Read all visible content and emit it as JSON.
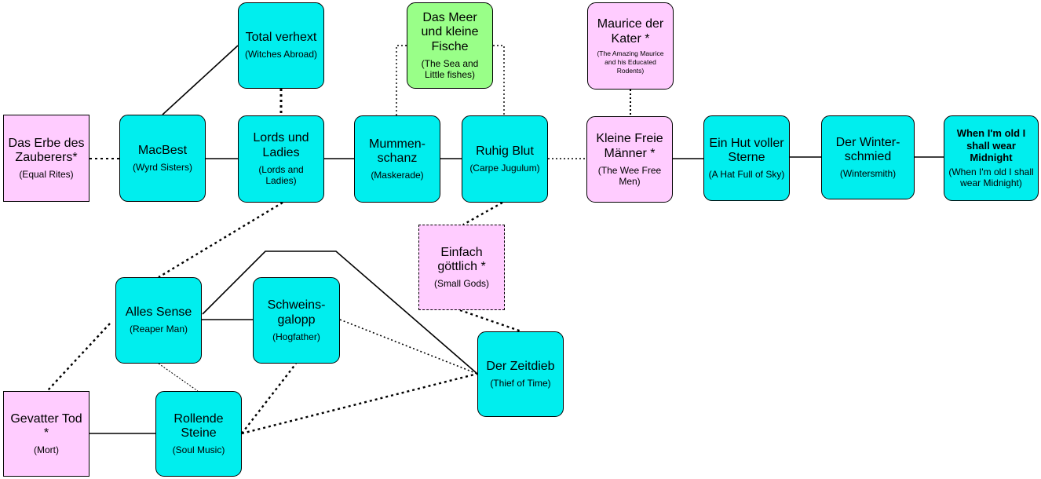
{
  "colors": {
    "cyan": "#00EEEE",
    "pink": "#FFCCFF",
    "green": "#99FF88",
    "line": "#000000"
  },
  "nodes": {
    "erbe": {
      "title": "Das Erbe des Zauberers*",
      "subtitle": "(Equal Rites)",
      "color": "pink"
    },
    "macbest": {
      "title": "MacBest",
      "subtitle": "(Wyrd Sisters)",
      "color": "cyan"
    },
    "verhext": {
      "title": "Total verhext",
      "subtitle": "(Witches Abroad)",
      "color": "cyan"
    },
    "lords": {
      "title": "Lords und Ladies",
      "subtitle": "(Lords and Ladies)",
      "color": "cyan"
    },
    "mummen": {
      "title": "Mummen-schanz",
      "subtitle": "(Maskerade)",
      "color": "cyan"
    },
    "meer": {
      "title": "Das  Meer und kleine Fische",
      "subtitle": "(The Sea and Little fishes)",
      "color": "green"
    },
    "ruhig": {
      "title": "Ruhig Blut",
      "subtitle": "(Carpe Jugulum)",
      "color": "cyan"
    },
    "maurice": {
      "title": "Maurice der Kater *",
      "subtitle": "(The Amazing Maurice and his Educated Rodents)",
      "color": "pink"
    },
    "kleine": {
      "title": "Kleine Freie Männer *",
      "subtitle": "(The Wee Free Men)",
      "color": "pink"
    },
    "hut": {
      "title": "Ein Hut voller Sterne",
      "subtitle": "(A Hat Full of Sky)",
      "color": "cyan"
    },
    "winter": {
      "title": "Der Winter-schmied",
      "subtitle": "(Wintersmith)",
      "color": "cyan"
    },
    "midnight": {
      "title": "When I'm old I shall wear Midnight",
      "subtitle": "(When I'm old I shall wear Midnight)",
      "color": "cyan"
    },
    "einfach": {
      "title": "Einfach göttlich *",
      "subtitle": "(Small Gods)",
      "color": "pink"
    },
    "alles": {
      "title": "Alles Sense",
      "subtitle": "(Reaper Man)",
      "color": "cyan"
    },
    "schweins": {
      "title": "Schweins-galopp",
      "subtitle": "(Hogfather)",
      "color": "cyan"
    },
    "zeitdieb": {
      "title": "Der Zeitdieb",
      "subtitle": "(Thief of Time)",
      "color": "cyan"
    },
    "gevatter": {
      "title": "Gevatter Tod *",
      "subtitle": "(Mort)",
      "color": "pink"
    },
    "rollende": {
      "title": "Rollende Steine",
      "subtitle": "(Soul Music)",
      "color": "cyan"
    }
  },
  "edges": [
    {
      "from": "erbe",
      "to": "macbest",
      "style": "dotted"
    },
    {
      "from": "macbest",
      "to": "lords",
      "style": "solid"
    },
    {
      "from": "macbest",
      "to": "verhext",
      "style": "solid"
    },
    {
      "from": "verhext",
      "to": "lords",
      "style": "dotted"
    },
    {
      "from": "lords",
      "to": "mummen",
      "style": "solid"
    },
    {
      "from": "mummen",
      "to": "ruhig",
      "style": "solid"
    },
    {
      "from": "mummen",
      "to": "meer",
      "style": "dotted-thin"
    },
    {
      "from": "ruhig",
      "to": "meer",
      "style": "dotted-thin"
    },
    {
      "from": "ruhig",
      "to": "kleine",
      "style": "dotted-thin"
    },
    {
      "from": "maurice",
      "to": "kleine",
      "style": "dotted"
    },
    {
      "from": "kleine",
      "to": "hut",
      "style": "solid"
    },
    {
      "from": "hut",
      "to": "winter",
      "style": "solid"
    },
    {
      "from": "winter",
      "to": "midnight",
      "style": "solid"
    },
    {
      "from": "lords",
      "to": "alles",
      "style": "dotted"
    },
    {
      "from": "ruhig",
      "to": "einfach",
      "style": "dotted"
    },
    {
      "from": "einfach",
      "to": "zeitdieb",
      "style": "dotted"
    },
    {
      "from": "alles",
      "to": "schweins",
      "style": "solid"
    },
    {
      "from": "alles",
      "to": "zeitdieb",
      "style": "solid"
    },
    {
      "from": "schweins",
      "to": "zeitdieb",
      "style": "dotted-thin"
    },
    {
      "from": "alles",
      "to": "gevatter",
      "style": "dotted"
    },
    {
      "from": "alles",
      "to": "rollende",
      "style": "dotted-thin"
    },
    {
      "from": "gevatter",
      "to": "rollende",
      "style": "solid"
    },
    {
      "from": "rollende",
      "to": "schweins",
      "style": "dotted"
    },
    {
      "from": "rollende",
      "to": "zeitdieb",
      "style": "dotted"
    }
  ]
}
